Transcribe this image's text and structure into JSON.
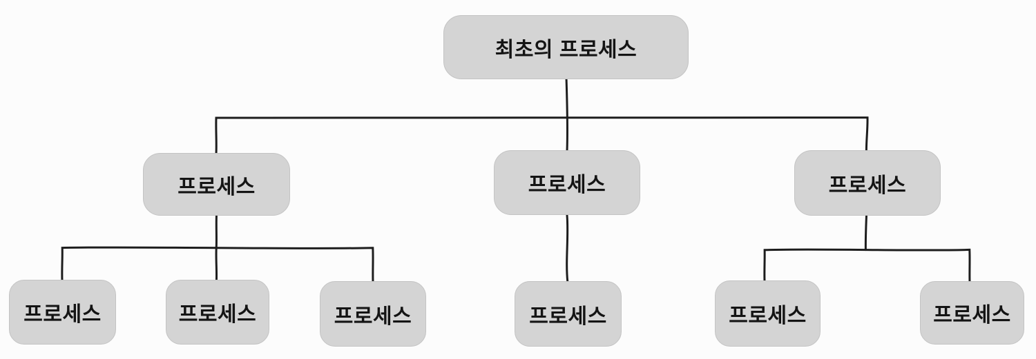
{
  "diagram": {
    "type": "tree",
    "description": "Process hierarchy: an initial process spawns child processes, which spawn further child processes",
    "colors": {
      "background": "#fcfcfc",
      "node_fill": "#d4d4d4",
      "node_border": "#c3c3c3",
      "line": "#1d1d1d",
      "text": "#141414"
    },
    "nodes": [
      {
        "id": "root",
        "label": "최초의 프로세스",
        "level": 1,
        "parent": null
      },
      {
        "id": "p1",
        "label": "프로세스",
        "level": 2,
        "parent": "root"
      },
      {
        "id": "p2",
        "label": "프로세스",
        "level": 2,
        "parent": "root"
      },
      {
        "id": "p3",
        "label": "프로세스",
        "level": 2,
        "parent": "root"
      },
      {
        "id": "c1",
        "label": "프로세스",
        "level": 3,
        "parent": "p1"
      },
      {
        "id": "c2",
        "label": "프로세스",
        "level": 3,
        "parent": "p1"
      },
      {
        "id": "c3",
        "label": "프로세스",
        "level": 3,
        "parent": "p1"
      },
      {
        "id": "c4",
        "label": "프로세스",
        "level": 3,
        "parent": "p2"
      },
      {
        "id": "c5",
        "label": "프로세스",
        "level": 3,
        "parent": "p3"
      },
      {
        "id": "c6",
        "label": "프로세스",
        "level": 3,
        "parent": "p3"
      }
    ]
  }
}
